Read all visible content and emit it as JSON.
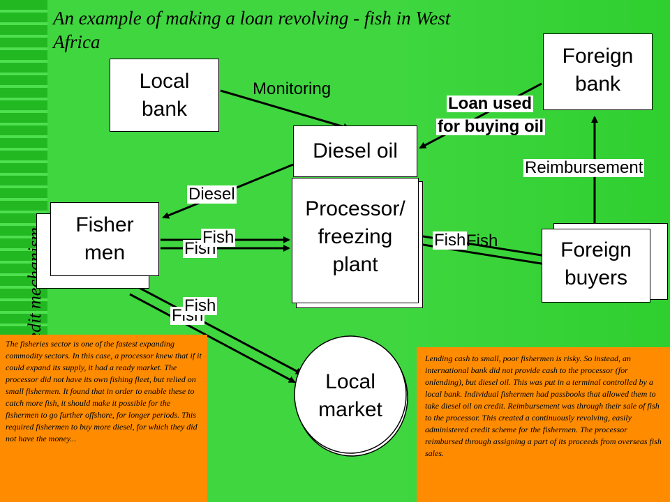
{
  "side_title": "the use of inventory credit mechanism",
  "title": "An example of making a loan revolving - fish in West Africa",
  "nodes": {
    "local_bank": "Local bank",
    "foreign_bank": "Foreign bank",
    "diesel_oil": "Diesel oil",
    "processor": "Processor/ freezing plant",
    "fishermen": "Fisher men",
    "foreign_buyers": "Foreign buyers",
    "local_market": "Local market"
  },
  "edges": {
    "monitoring": "Monitoring",
    "loan_used_line1": "Loan used",
    "loan_used_line2": "for buying oil",
    "reimbursement": "Reimbursement",
    "diesel": "Diesel",
    "fish": "Fish",
    "fish_shadow": "Fish",
    "fish_right": "Fish",
    "fish_right_shadow": "Fish",
    "fish_market": "Fish",
    "fish_market_shadow": "Fish"
  },
  "notes": {
    "left": "The fisheries sector is one of the fastest expanding commodity sectors. In this case, a processor knew that if it could expand its supply, it had a ready market. The processor did not have its own fishing fleet, but relied on small fishermen. It found that in order to enable these to catch more fish, it should make it possible for the fishermen to go further offshore, for longer periods. This required fishermen to buy more diesel, for which they did not have the money...",
    "right": "Lending cash to small, poor fishermen is risky. So instead, an international bank did not provide cash to the processor (for onlending), but diesel oil. This was put in a terminal controlled by a local bank. Individual fishermen had passbooks that allowed them to take diesel oil on credit. Reimbursement was through their sale of fish to the processor. This created a continuously revolving, easily administered credit scheme for the fishermen. The processor reimbursed through assigning a part of its proceeds from overseas fish sales."
  },
  "colors": {
    "background": "#3fd63f",
    "note_fill": "#ff8c00",
    "box_fill": "#ffffff"
  }
}
